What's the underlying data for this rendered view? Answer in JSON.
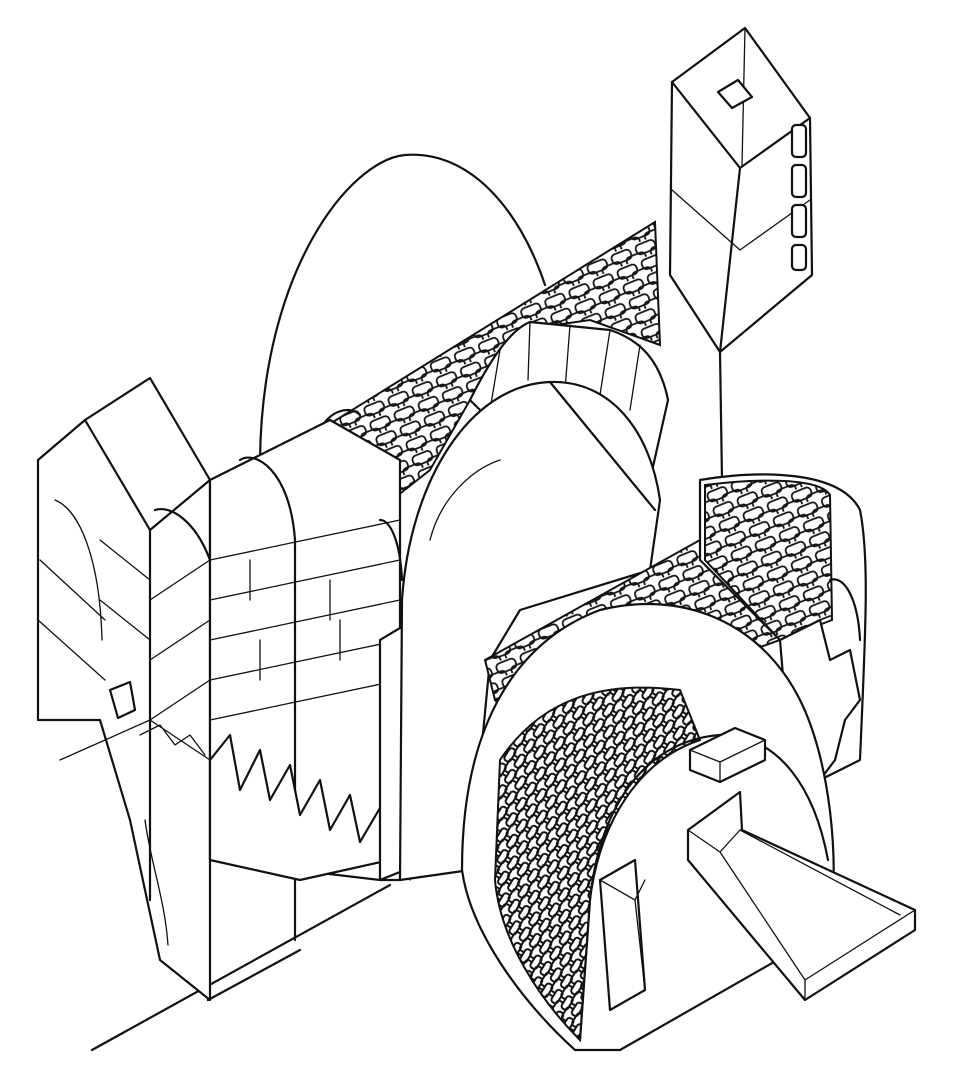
{
  "colors": {
    "ink": "#111111",
    "paper": "#ffffff"
  },
  "drawing": {
    "kind": "axonometric cutaway line drawing of a vaulted stone building",
    "elements": [
      "stone-wall-hatch-upper",
      "barrel-vault-front",
      "tower-box",
      "staircase",
      "stone-vault-lower",
      "ramp-box"
    ]
  }
}
